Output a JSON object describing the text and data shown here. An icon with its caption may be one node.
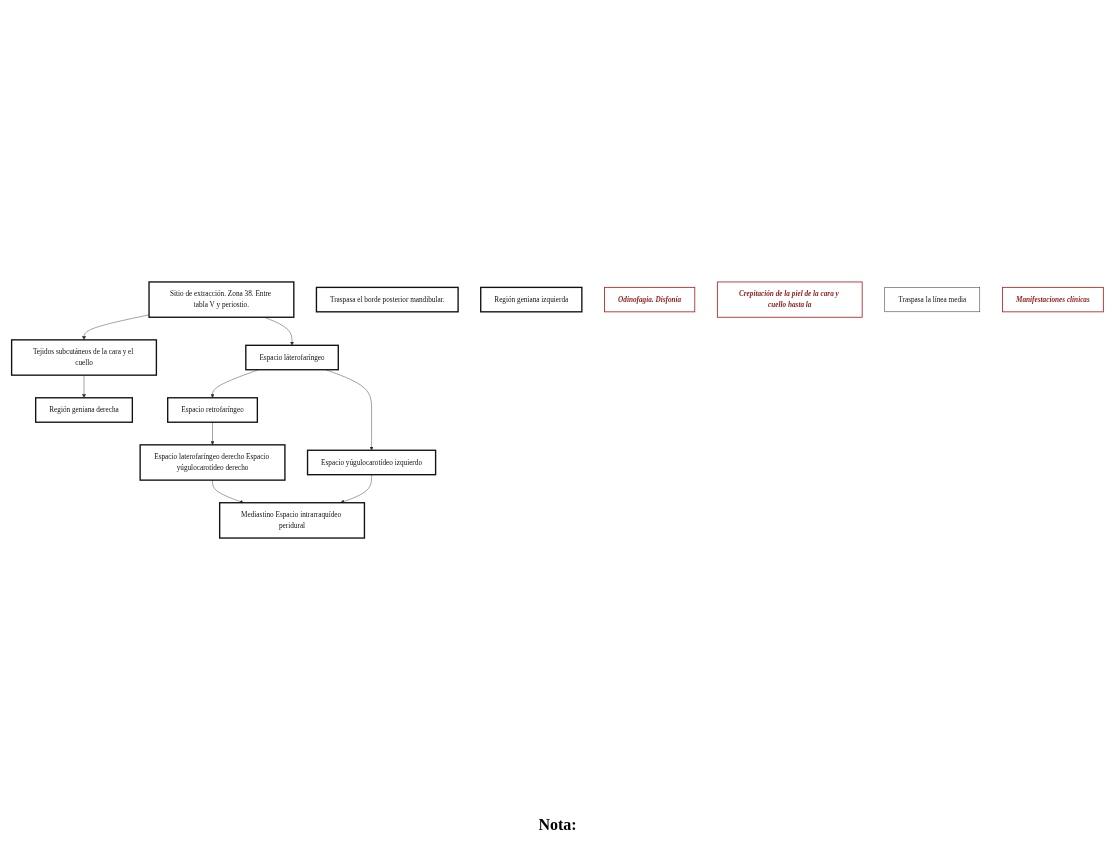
{
  "diagram": {
    "nodes": [
      {
        "text": [
          "Sitio de extracción. Zona 38. Entre tabla V y periostio."
        ]
      },
      {
        "text": [
          "Traspasa el borde posterior mandibular."
        ]
      },
      {
        "text": [
          "Región geniana izquierda"
        ]
      },
      {
        "text": [
          "Espacio retrofaríngeo"
        ]
      },
      {
        "text": [
          "Espacio láterofaríngeo"
        ]
      },
      {
        "text": [
          "Tejidos subcutáneos de la cara y el cuello"
        ]
      },
      {
        "text": [
          "Odinofagia. Disfonía"
        ]
      },
      {
        "text": [
          "Crepitación de la piel de la cara y cuello hasta la"
        ]
      },
      {
        "text": [
          "Traspasa la línea media"
        ]
      },
      {
        "text": [
          "Región geniana derecha"
        ]
      },
      {
        "text": [
          "Espacio laterofaríngeo derecho Espacio yúgulocarotídeo derecho"
        ]
      },
      {
        "text": [
          "Espacio yúgulocarotídeo izquierdo"
        ]
      },
      {
        "text": [
          "Mediastino Espacio intrarraquídeo peridural"
        ]
      },
      {
        "text": [
          "Manifestaciones clínicas"
        ]
      }
    ],
    "edges": [
      {
        "from": 0,
        "to": 5,
        "arrow": "to"
      },
      {
        "from": 0,
        "to": 4,
        "arrow": "to"
      },
      {
        "from": 4,
        "to": 3,
        "arrow": "to"
      },
      {
        "from": 5,
        "to": 9,
        "arrow": "to"
      },
      {
        "from": 3,
        "to": 10,
        "arrow": "to"
      },
      {
        "from": 4,
        "to": 11,
        "arrow": "to"
      },
      {
        "from": 10,
        "to": 12,
        "arrow": "to"
      },
      {
        "from": 11,
        "to": 12,
        "arrow": "to"
      }
    ],
    "labels": [
      "Nota:"
    ]
  }
}
